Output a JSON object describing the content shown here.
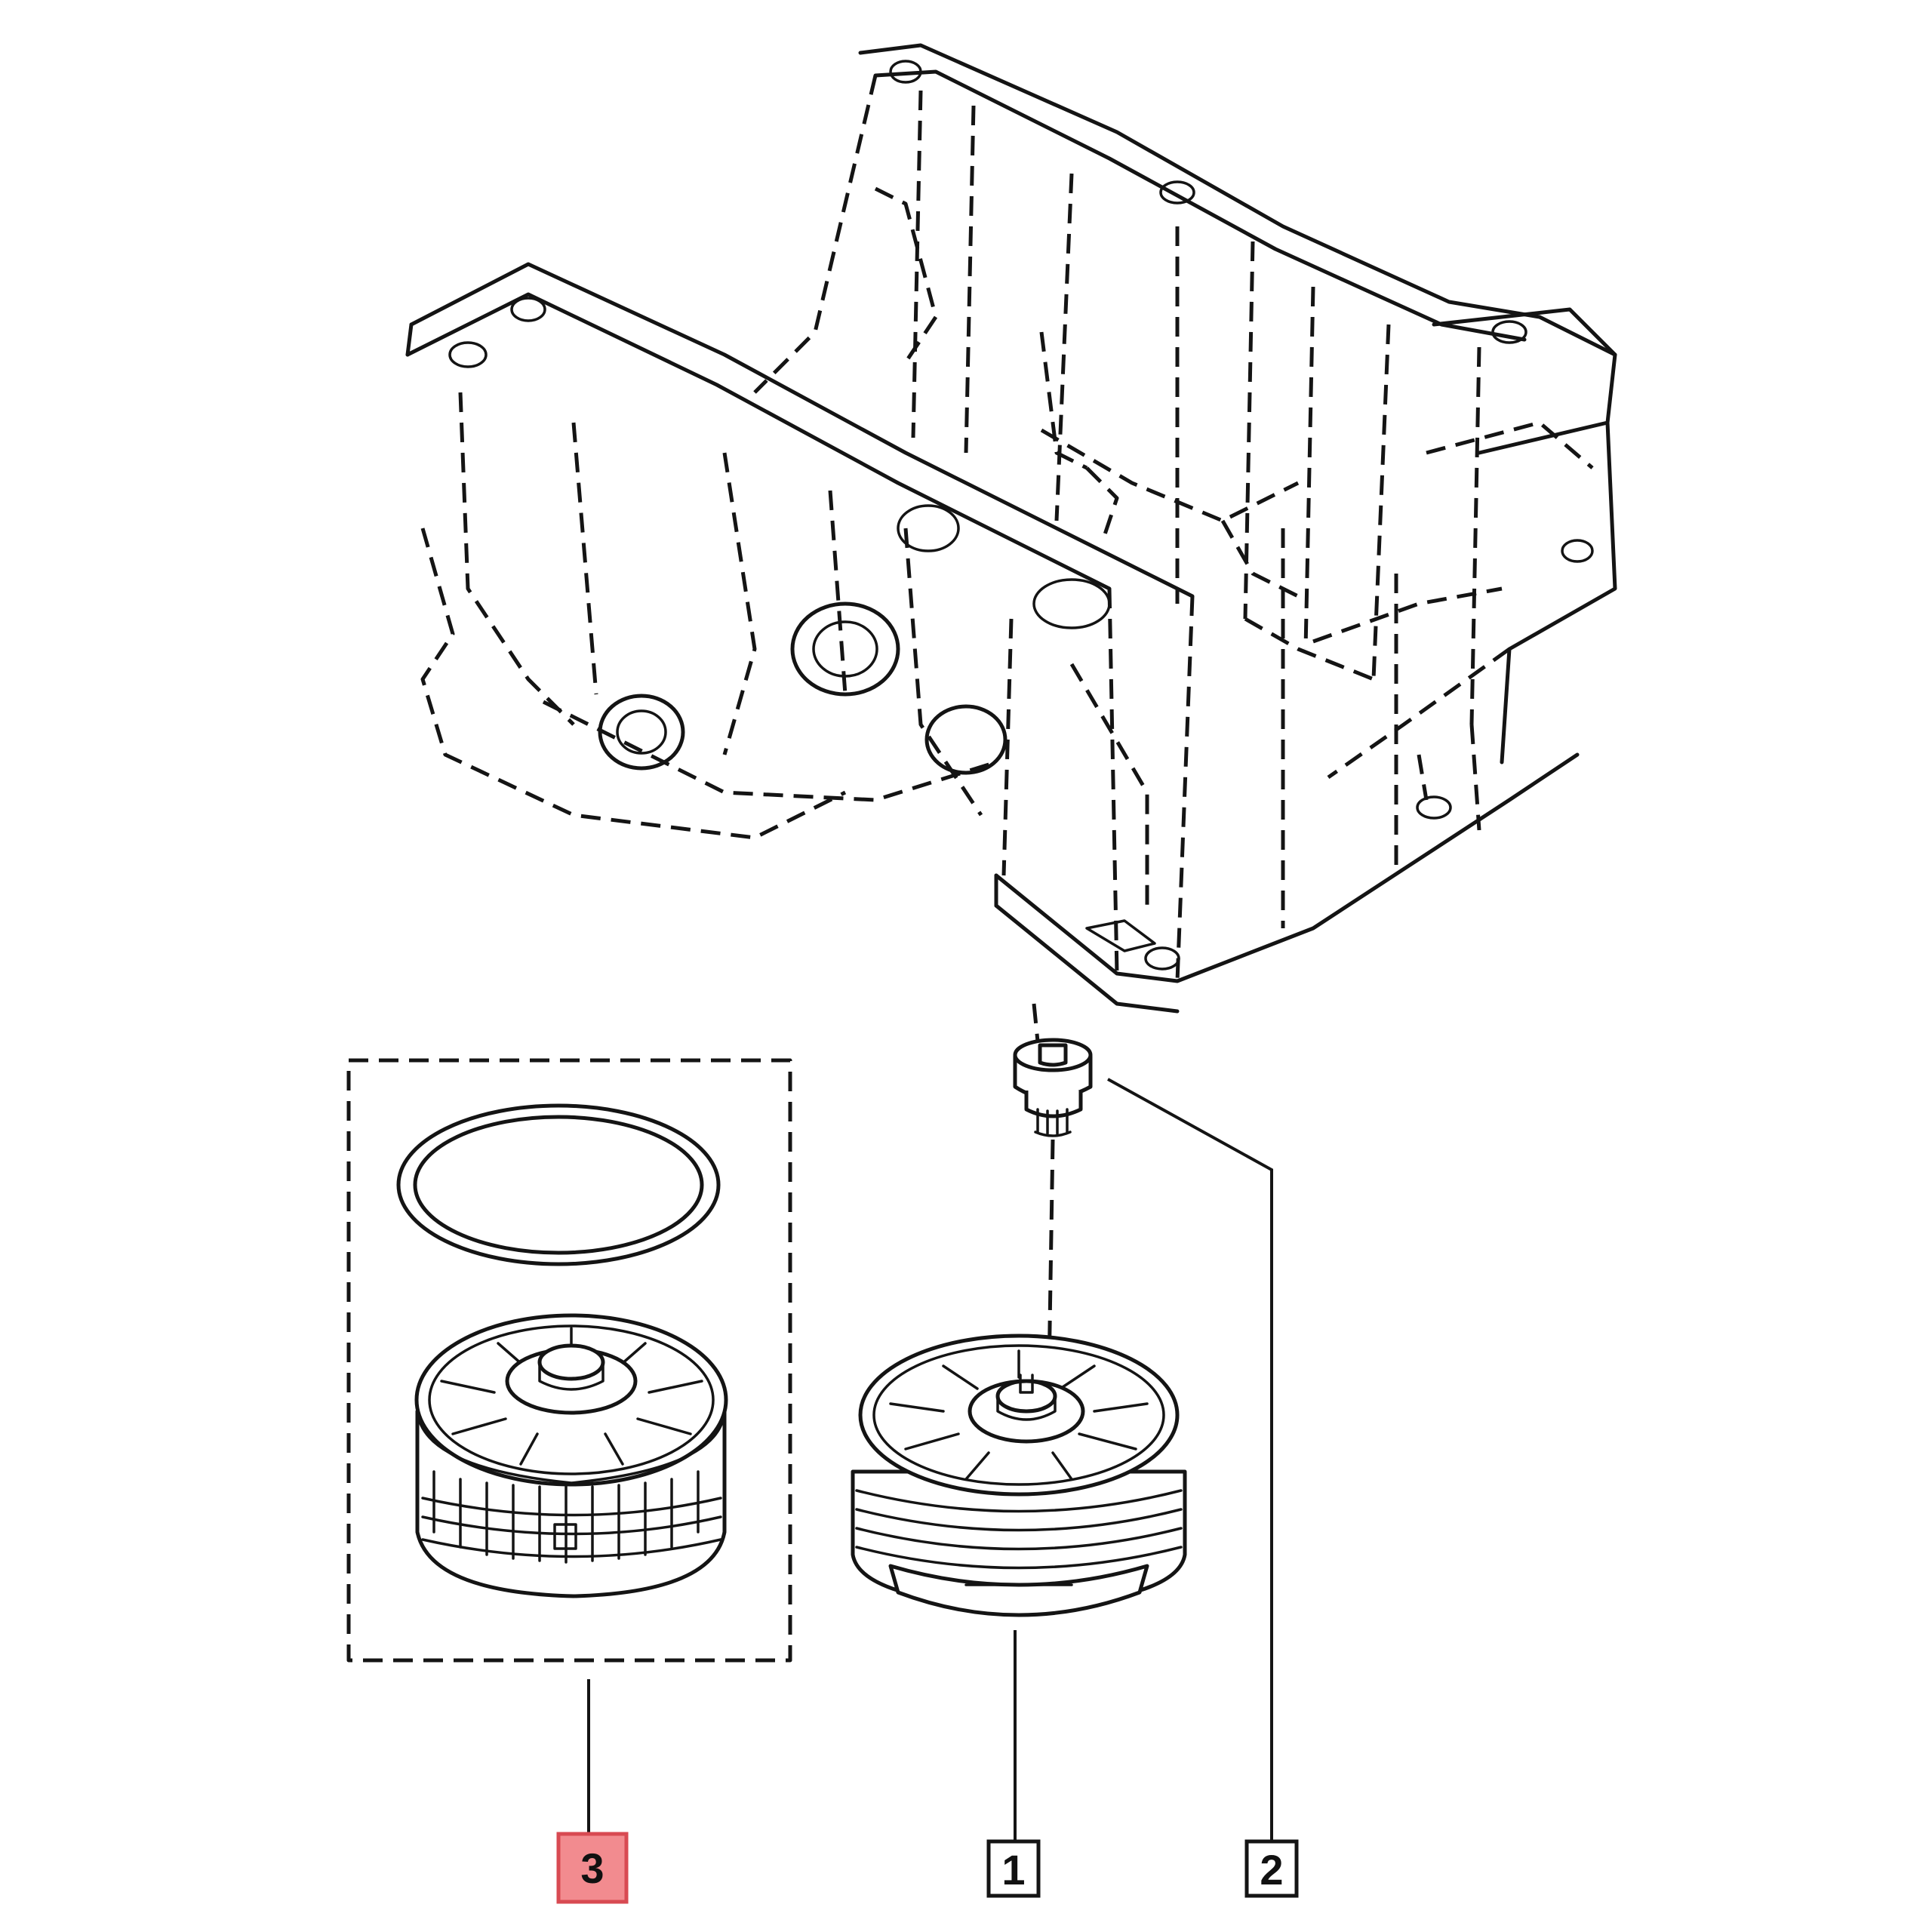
{
  "colors": {
    "line": "#141414",
    "highlight_fill": "#f28b8f",
    "highlight_stroke": "#d84a52",
    "background": "#ffffff"
  },
  "callouts": {
    "oil_filter_kit": {
      "label": "3",
      "highlighted": true
    },
    "filter_cap": {
      "label": "1",
      "highlighted": false
    },
    "drain_plug": {
      "label": "2",
      "highlighted": false
    }
  }
}
